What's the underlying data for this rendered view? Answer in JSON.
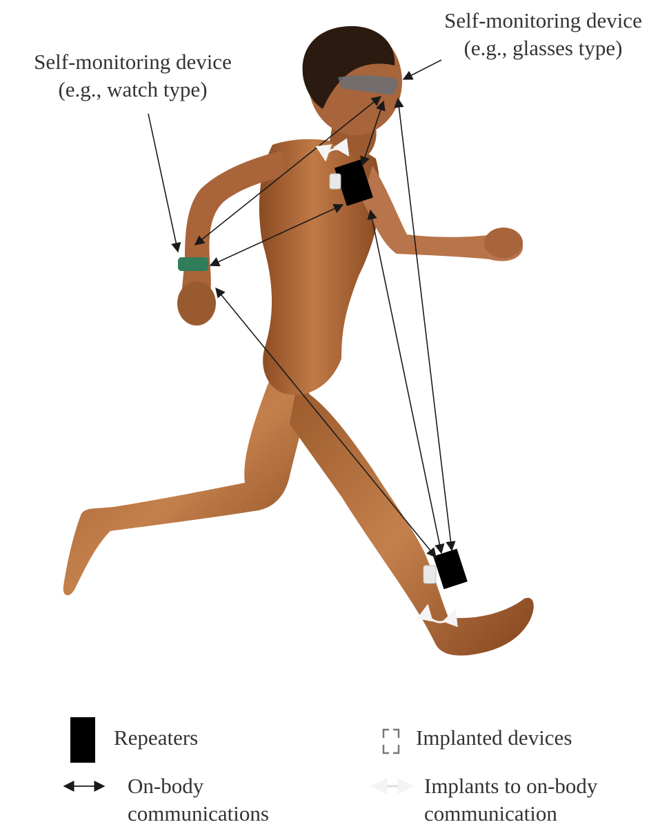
{
  "annotations": {
    "glasses_device": {
      "line1": "Self-monitoring device",
      "line2": "(e.g., glasses type)"
    },
    "watch_device": {
      "line1": "Self-monitoring device",
      "line2": "(e.g., watch type)"
    }
  },
  "legend": {
    "repeaters": "Repeaters",
    "implanted": "Implanted devices",
    "on_body_line1": "On-body",
    "on_body_line2": "communications",
    "implants_line1": "Implants to on-body",
    "implants_line2": "communication"
  },
  "colors": {
    "skin": "#b06a3c",
    "skin_dark": "#7a4220",
    "hair": "#2b1a10",
    "repeater": "#000000",
    "watch": "#2f7d5a",
    "glasses": "#6a6f78",
    "arrow": "#1a1a1a",
    "implant_arrow": "#f2f2f2"
  }
}
